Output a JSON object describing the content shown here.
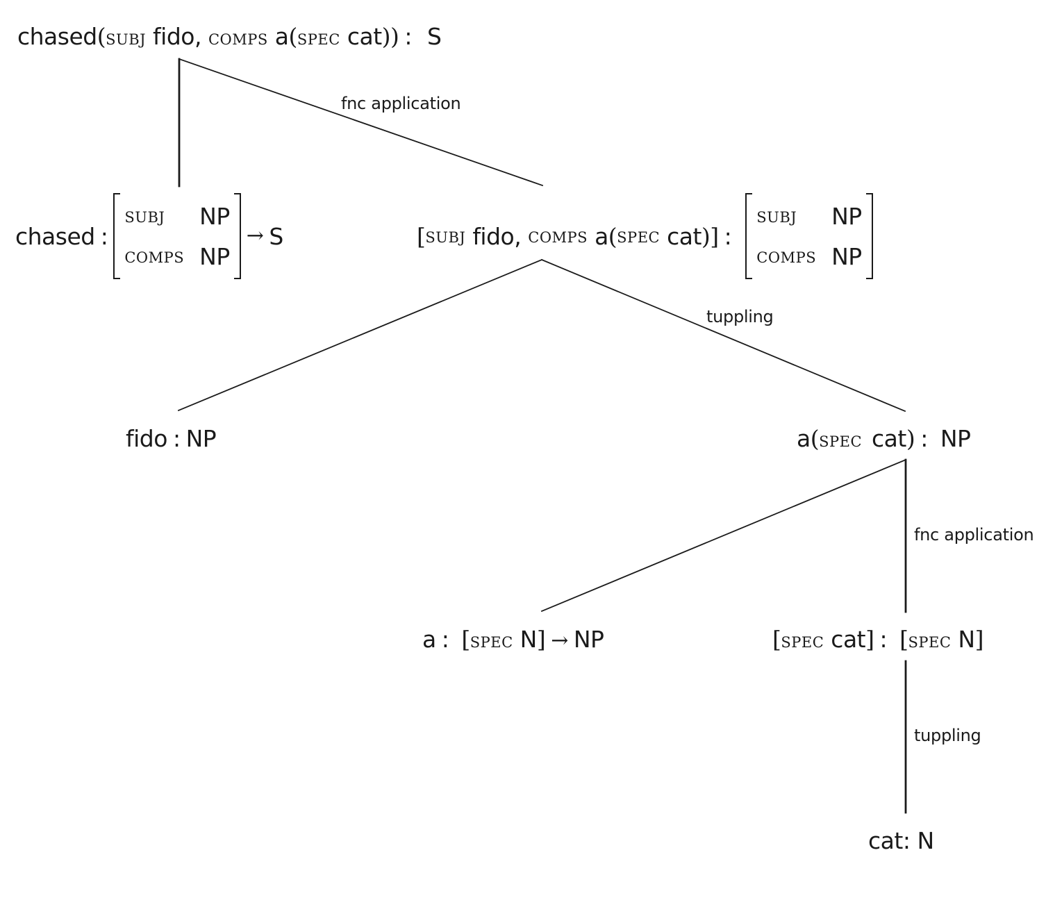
{
  "diagram": {
    "type": "derivation-tree",
    "nodes": {
      "root": {
        "functor": "chased",
        "args": [
          {
            "attr": "subj",
            "value": "fido"
          },
          {
            "attr": "comps",
            "value": "a",
            "inner_attr": "spec",
            "inner_value": "cat"
          }
        ],
        "type": "S"
      },
      "chased": {
        "word": "chased",
        "avm": [
          {
            "attr": "subj",
            "value": "NP"
          },
          {
            "attr": "comps",
            "value": "NP"
          }
        ],
        "result": "S"
      },
      "tuple": {
        "args": [
          {
            "attr": "subj",
            "value": "fido"
          },
          {
            "attr": "comps",
            "value": "a",
            "inner_attr": "spec",
            "inner_value": "cat"
          }
        ],
        "avm": [
          {
            "attr": "subj",
            "value": "NP"
          },
          {
            "attr": "comps",
            "value": "NP"
          }
        ]
      },
      "fido": {
        "word": "fido",
        "type": "NP"
      },
      "a_spec_cat": {
        "functor": "a",
        "attr": "spec",
        "value": "cat",
        "type": "NP"
      },
      "a": {
        "word": "a",
        "arg_attr": "spec",
        "arg_type": "N",
        "result": "NP"
      },
      "spec_cat": {
        "attr": "spec",
        "value": "cat",
        "type_attr": "spec",
        "type_value": "N"
      },
      "cat": {
        "word": "cat",
        "type": "N"
      }
    },
    "edge_labels": {
      "root_rule": "fnc application",
      "tuple_rule": "tuppling",
      "a_spec_cat_rule": "fnc application",
      "spec_cat_rule": "tuppling"
    },
    "symbols": {
      "colon": ":",
      "comma": ",",
      "arrow": "→",
      "lparen": "(",
      "rparen": ")",
      "lbrack": "[",
      "rbrack": "]"
    }
  }
}
